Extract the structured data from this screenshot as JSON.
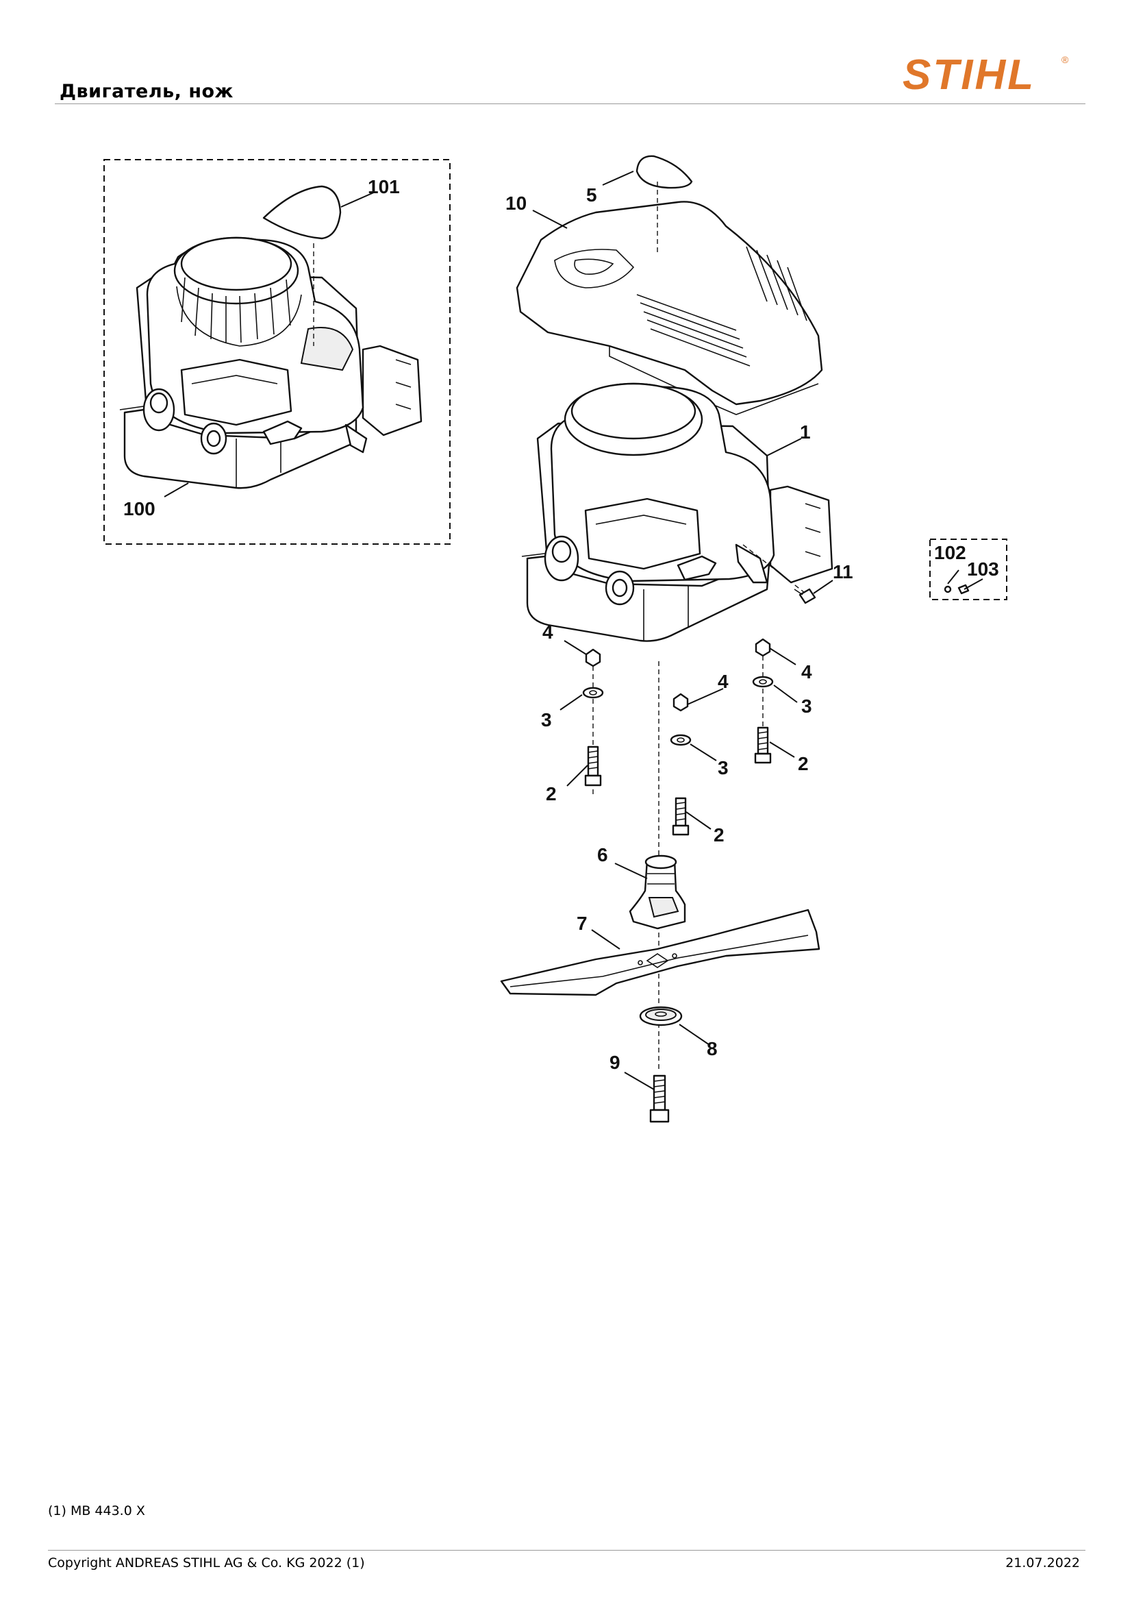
{
  "header": {
    "title": "Двигатель, нож",
    "logo_text": "STIHL",
    "logo_color": "#e0772a"
  },
  "diagram": {
    "callouts": [
      {
        "id": "c-101",
        "label": "101"
      },
      {
        "id": "c-100",
        "label": "100"
      },
      {
        "id": "c-5",
        "label": "5"
      },
      {
        "id": "c-10",
        "label": "10"
      },
      {
        "id": "c-1",
        "label": "1"
      },
      {
        "id": "c-11",
        "label": "11"
      },
      {
        "id": "c-102",
        "label": "102"
      },
      {
        "id": "c-103",
        "label": "103"
      },
      {
        "id": "c-4a",
        "label": "4"
      },
      {
        "id": "c-3a",
        "label": "3"
      },
      {
        "id": "c-2a",
        "label": "2"
      },
      {
        "id": "c-4b",
        "label": "4"
      },
      {
        "id": "c-3b",
        "label": "3"
      },
      {
        "id": "c-2b",
        "label": "2"
      },
      {
        "id": "c-4c",
        "label": "4"
      },
      {
        "id": "c-3c",
        "label": "3"
      },
      {
        "id": "c-2c",
        "label": "2"
      },
      {
        "id": "c-6",
        "label": "6"
      },
      {
        "id": "c-7",
        "label": "7"
      },
      {
        "id": "c-8",
        "label": "8"
      },
      {
        "id": "c-9",
        "label": "9"
      }
    ]
  },
  "note": "(1) MB 443.0 X",
  "footer": {
    "copyright": "Copyright ANDREAS STIHL AG & Co. KG 2022 (1)",
    "date": "21.07.2022"
  }
}
